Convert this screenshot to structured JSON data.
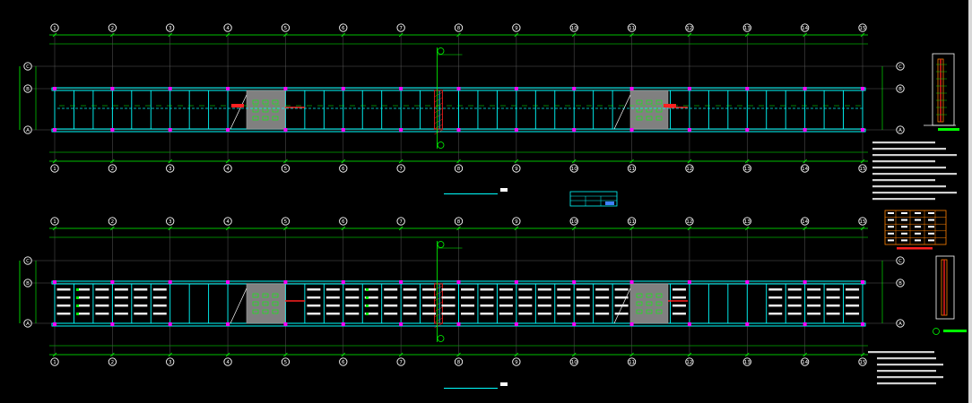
{
  "grid": {
    "columns": [
      "1",
      "2",
      "3",
      "4",
      "5",
      "6",
      "7",
      "8",
      "9",
      "10",
      "11",
      "12",
      "13",
      "14",
      "15"
    ],
    "rows": [
      "C",
      "B",
      "A"
    ]
  },
  "plans": [
    {
      "caption": ""
    },
    {
      "caption": ""
    }
  ],
  "colors": {
    "background": "#000000",
    "wall": "#00ffff",
    "dim": "#00ff00",
    "axis": "#ffffff",
    "column": "#ff00ff",
    "gray": "#808080",
    "red": "#ff2020",
    "yellow": "#ffff00",
    "orange": "#ff8000",
    "blue": "#4080ff"
  },
  "icons": {
    "axis-bubble": "circle",
    "section-marker": "circle-on-line",
    "column": "square"
  }
}
